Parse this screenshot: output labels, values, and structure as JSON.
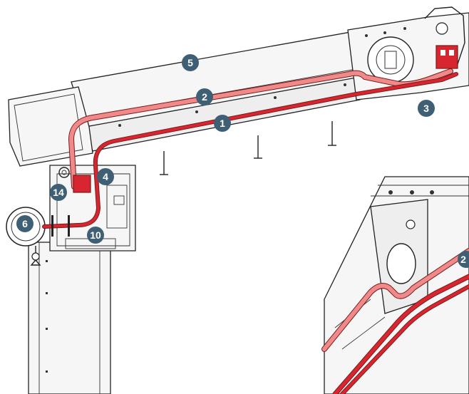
{
  "colors": {
    "hose_dark": "#d7262f",
    "hose_light": "#f08a8a",
    "hose_outline": "#7a1a1a",
    "callout_fill": "#3f5f74",
    "callout_text": "#ffffff",
    "line": "#222222",
    "panel": "#f6f6f6"
  },
  "callouts": [
    {
      "id": "c1",
      "label": "1"
    },
    {
      "id": "c2",
      "label": "2"
    },
    {
      "id": "c3",
      "label": "3"
    },
    {
      "id": "c4",
      "label": "4"
    },
    {
      "id": "c5",
      "label": "5"
    },
    {
      "id": "c6",
      "label": "6"
    },
    {
      "id": "c10",
      "label": "10"
    },
    {
      "id": "c14",
      "label": "14"
    },
    {
      "id": "c2b",
      "label": "2"
    }
  ]
}
